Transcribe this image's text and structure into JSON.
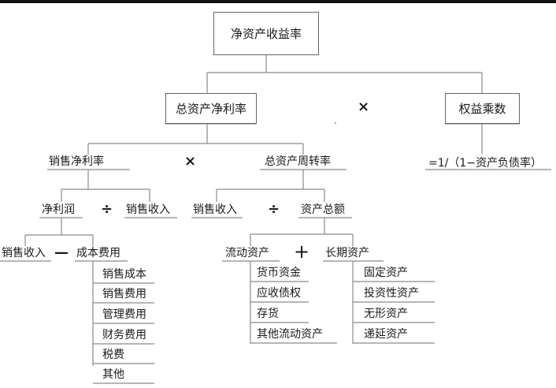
{
  "root": "净资产收益率",
  "level1": {
    "left": "总资产净利率",
    "op": "×",
    "right": "权益乘数",
    "right_formula": "=1/（1−资产负债率）"
  },
  "level2": {
    "left": "销售净利率",
    "op": "×",
    "right": "总资产周转率"
  },
  "profit": {
    "net_profit": "净利润",
    "div": "÷",
    "sales_revenue": "销售收入",
    "sales_revenue2": "销售收入",
    "minus": "—",
    "total_cost": "成本费用",
    "cost_items": [
      "销售成本",
      "销售费用",
      "管理费用",
      "财务费用",
      "税费",
      "其他"
    ]
  },
  "turnover": {
    "sales_revenue": "销售收入",
    "div": "÷",
    "total_assets": "资产总额",
    "current_assets": "流动资产",
    "plus": "+",
    "long_term_assets": "长期资产",
    "current_items": [
      "货币资金",
      "应收债权",
      "存货",
      "其他流动资产"
    ],
    "long_items": [
      "固定资产",
      "投资性资产",
      "无形资产",
      "递延资产"
    ]
  }
}
